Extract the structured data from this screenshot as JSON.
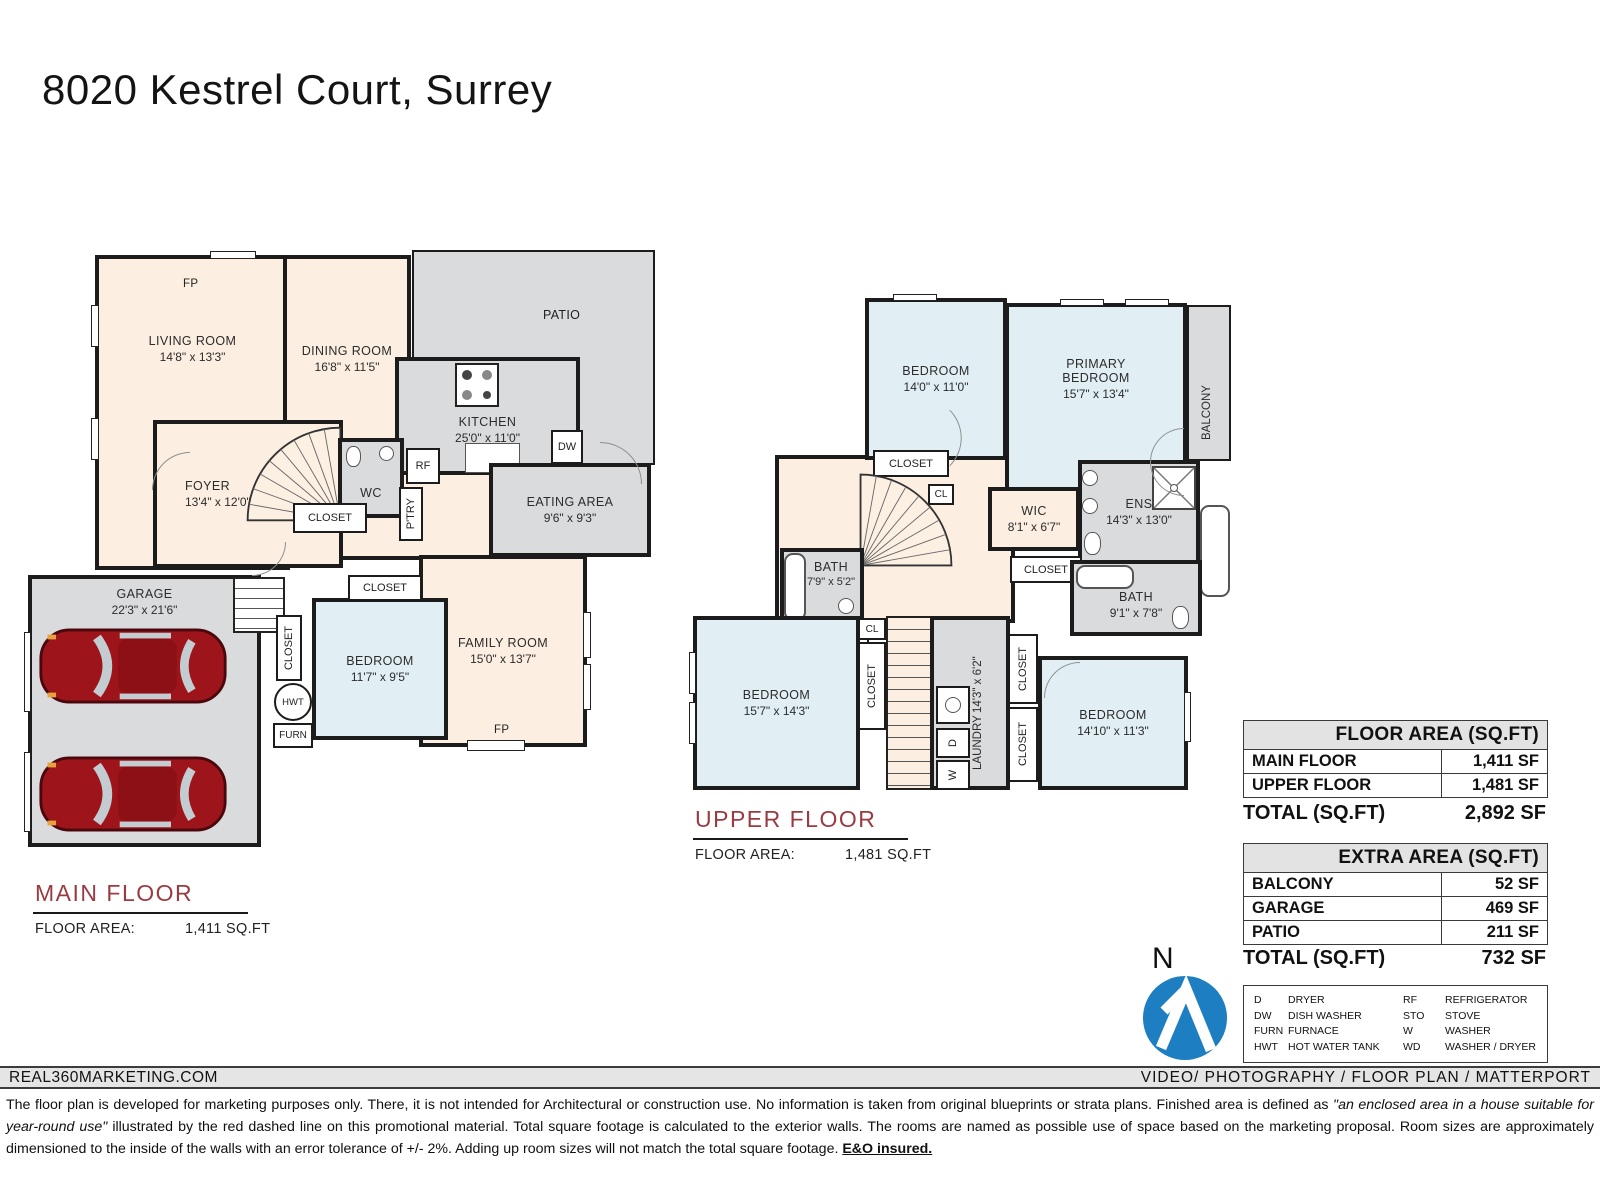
{
  "title": "8020 Kestrel Court, Surrey",
  "colors": {
    "room_cream": "#fcefe2",
    "room_gray": "#d9dbdd",
    "room_blue": "#e1eff5",
    "wall_black": "#1c1c1c",
    "heading_maroon": "#9a3b42",
    "compass_blue": "#1d7fc1",
    "car_red": "#9e141b"
  },
  "labels": {
    "closet": "CLOSET",
    "cl": "CL",
    "fp": "FP",
    "rf": "RF",
    "dw": "DW",
    "ptry": "P'TRY",
    "hwt": "HWT",
    "furn": "FURN",
    "d": "D",
    "w": "W",
    "n": "N"
  },
  "main_floor": {
    "heading": "MAIN FLOOR",
    "floor_area_label": "FLOOR AREA:",
    "floor_area_value": "1,411 SQ.FT",
    "rooms": {
      "living": {
        "name": "LIVING ROOM",
        "dims": "14'8\" x 13'3\""
      },
      "dining": {
        "name": "DINING ROOM",
        "dims": "16'8\" x 11'5\""
      },
      "patio": {
        "name": "PATIO"
      },
      "kitchen": {
        "name": "KITCHEN",
        "dims": "25'0\" x 11'0\""
      },
      "foyer": {
        "name": "FOYER",
        "dims": "13'4\" x 12'0\""
      },
      "wc": {
        "name": "WC"
      },
      "eating": {
        "name": "EATING AREA",
        "dims": "9'6\" x 9'3\""
      },
      "family": {
        "name": "FAMILY ROOM",
        "dims": "15'0\" x 13'7\""
      },
      "garage": {
        "name": "GARAGE",
        "dims": "22'3\" x 21'6\""
      },
      "bedroom": {
        "name": "BEDROOM",
        "dims": "11'7\" x 9'5\""
      }
    }
  },
  "upper_floor": {
    "heading": "UPPER FLOOR",
    "floor_area_label": "FLOOR AREA:",
    "floor_area_value": "1,481 SQ.FT",
    "rooms": {
      "bedroom1": {
        "name": "BEDROOM",
        "dims": "14'0\" x 11'0\""
      },
      "primary": {
        "name": "PRIMARY BEDROOM",
        "dims": "15'7\" x 13'4\""
      },
      "balcony": {
        "name": "BALCONY"
      },
      "wic": {
        "name": "WIC",
        "dims": "8'1\" x 6'7\""
      },
      "ens": {
        "name": "ENS",
        "dims": "14'3\" x 13'0\""
      },
      "bath1": {
        "name": "BATH",
        "dims": "7'9\" x 5'2\""
      },
      "bath2": {
        "name": "BATH",
        "dims": "9'1\" x 7'8\""
      },
      "bedroom2": {
        "name": "BEDROOM",
        "dims": "15'7\" x 14'3\""
      },
      "laundry": {
        "name": "LAUNDRY",
        "dims": "14'3\" x 6'2\""
      },
      "bedroom3": {
        "name": "BEDROOM",
        "dims": "14'10\" x 11'3\""
      }
    }
  },
  "tables": {
    "floor_area": {
      "header": "FLOOR AREA (SQ.FT)",
      "rows": [
        {
          "label": "MAIN FLOOR",
          "value": "1,411 SF"
        },
        {
          "label": "UPPER FLOOR",
          "value": "1,481 SF"
        }
      ],
      "total_label": "TOTAL (SQ.FT)",
      "total_value": "2,892 SF"
    },
    "extra_area": {
      "header": "EXTRA AREA (SQ.FT)",
      "rows": [
        {
          "label": "BALCONY",
          "value": "52 SF"
        },
        {
          "label": "GARAGE",
          "value": "469 SF"
        },
        {
          "label": "PATIO",
          "value": "211 SF"
        }
      ],
      "total_label": "TOTAL (SQ.FT)",
      "total_value": "732 SF"
    }
  },
  "legend": {
    "rows": [
      {
        "a": "D",
        "b": "DRYER",
        "c": "RF",
        "d": "REFRIGERATOR"
      },
      {
        "a": "DW",
        "b": "DISH WASHER",
        "c": "STO",
        "d": "STOVE"
      },
      {
        "a": "FURN",
        "b": "FURNACE",
        "c": "W",
        "d": "WASHER"
      },
      {
        "a": "HWT",
        "b": "HOT WATER TANK",
        "c": "WD",
        "d": "WASHER / DRYER"
      }
    ]
  },
  "footer": {
    "left": "REAL360MARKETING.COM",
    "right": "VIDEO/ PHOTOGRAPHY / FLOOR PLAN / MATTERPORT"
  },
  "disclaimer": {
    "p1": "The floor plan is developed for marketing purposes only. There, it is not intended for Architectural or construction use. No information is  taken from original blueprints or strata plans. Finished area is defined as  ",
    "p2": "\"an enclosed area in a house suitable for year-round use\"",
    "p3": " illustrated by the red dashed line on this promotional material. Total square footage is calculated to the exterior walls. The rooms are named as possible use of space based on the marketing proposal. Room sizes are approximately dimensioned to the inside of the walls with an error tolerance of +/- 2%. Adding up room sizes will not match the total square footage. ",
    "p4": "E&O insured."
  }
}
